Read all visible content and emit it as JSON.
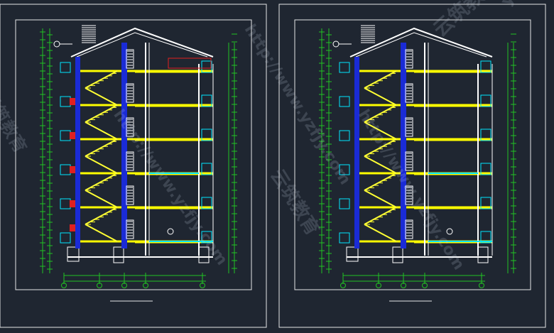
{
  "colors": {
    "background": "#1f2631",
    "frame": "#e6e6e6",
    "floor_slab": "#ffff00",
    "stair": "#ffff33",
    "column": "#1a2bd6",
    "wall": "#ffffff",
    "dimension": "#22c322",
    "window": "#00e5ff",
    "accent_red": "#e02020"
  },
  "sheets": [
    {
      "id": "left",
      "title_text": "",
      "callout_top": "",
      "red_note": ""
    },
    {
      "id": "right",
      "title_text": "",
      "callout_top": ""
    }
  ],
  "watermarks": [
    {
      "text": "http://www.yzfjy.com"
    },
    {
      "text": "云筑教育"
    },
    {
      "text": "yzfjy"
    }
  ]
}
